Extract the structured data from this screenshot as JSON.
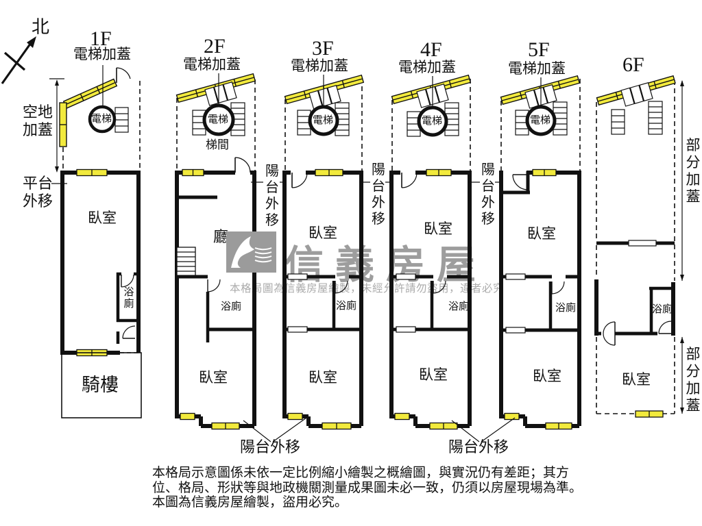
{
  "compass": {
    "north": "北"
  },
  "floors": [
    {
      "title": "1F",
      "roof_label": "電梯加蓋",
      "elevator_label": "電梯",
      "vacant_label": "空地加蓋",
      "platform_label": "平台外移",
      "bedroom_label": "臥室",
      "bath_label": "浴廁",
      "arcade_label": "騎樓"
    },
    {
      "title": "2F",
      "roof_label": "電梯加蓋",
      "elevator_label": "電梯",
      "stairhall_label": "梯間",
      "living_label": "廳",
      "bath_label": "浴廁",
      "bedroom_label": "臥室",
      "balcony_label": "陽台外移"
    },
    {
      "title": "3F",
      "roof_label": "電梯加蓋",
      "elevator_label": "電梯",
      "upper_bedroom_label": "臥室",
      "bath_label": "浴廁",
      "bedroom_label": "臥室",
      "balcony_label": "陽台外移"
    },
    {
      "title": "4F",
      "roof_label": "電梯加蓋",
      "elevator_label": "電梯",
      "upper_bedroom_label": "臥室",
      "bath_label": "浴廁",
      "bedroom_label": "臥室",
      "balcony_label": "陽台外移"
    },
    {
      "title": "5F",
      "roof_label": "電梯加蓋",
      "elevator_label": "電梯",
      "upper_bedroom_label": "臥室",
      "bath_label": "浴廁",
      "bedroom_label": "臥室"
    },
    {
      "title": "6F",
      "bath_label": "浴廁",
      "bedroom_label": "臥室",
      "partial_top": "部分加蓋",
      "partial_bottom": "部分加蓋"
    }
  ],
  "annotations": {
    "balcony_bottom_left": "陽台外移",
    "balcony_bottom_right": "陽台外移"
  },
  "watermark": {
    "brand": "信義房屋",
    "notice": "本格局圖為信義房屋繪製，未經允許請勿盜用，違者必究"
  },
  "disclaimer": {
    "line1": "本格局示意圖係未依一定比例縮小繪製之概繪圖，與實況仍有差距；其方",
    "line2": "位、格局、形狀等與地政機關測量成果圖未必一致，仍須以房屋現場為準。",
    "line3": "本圖為信義房屋繪製，盜用必究。"
  },
  "colors": {
    "window_yellow": "#F2EA3D",
    "watermark_grey": "#9D9D9D"
  }
}
